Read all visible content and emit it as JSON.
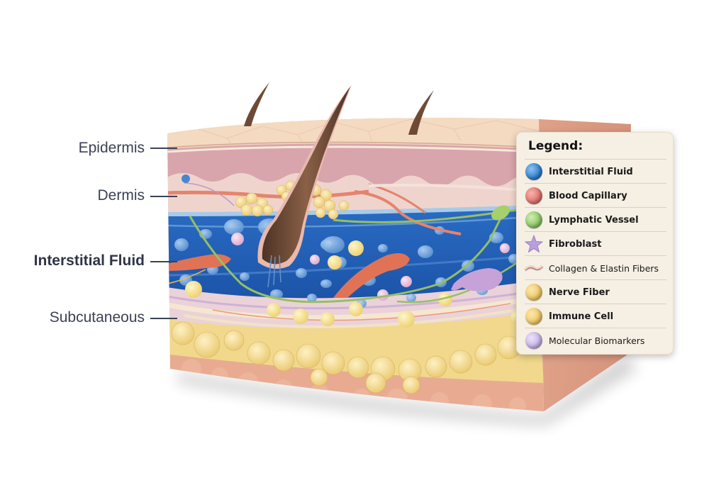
{
  "figure": {
    "title": "Skin cross-section showing interstitial fluid layer",
    "layer_labels": [
      {
        "text": "Epidermis",
        "emphasis": false
      },
      {
        "text": "Dermis",
        "emphasis": false
      },
      {
        "text": "Interstitial Fluid",
        "emphasis": true
      },
      {
        "text": "Subcutaneous",
        "emphasis": false
      }
    ]
  },
  "legend": {
    "title": "Legend:",
    "items": [
      {
        "label": "Interstitial Fluid",
        "icon": "blue-sphere-icon",
        "color": "#2f7fd0",
        "weight": "bold"
      },
      {
        "label": "Blood Capillary",
        "icon": "red-sphere-icon",
        "color": "#e0736c",
        "weight": "bold"
      },
      {
        "label": "Lymphatic Vessel",
        "icon": "green-sphere-icon",
        "color": "#8cc767",
        "weight": "bold"
      },
      {
        "label": "Fibroblast",
        "icon": "purple-star-icon",
        "color": "#b39ad6",
        "weight": "bold"
      },
      {
        "label": "Collagen & Elastin Fibers",
        "icon": "fiber-strand-icon",
        "color": "#e08a6a",
        "weight": "normal"
      },
      {
        "label": "Nerve Fiber",
        "icon": "yellow-sphere-icon",
        "color": "#efc868",
        "weight": "bold"
      },
      {
        "label": "Immune Cell",
        "icon": "yellow-sphere-icon",
        "color": "#efc868",
        "weight": "bold"
      },
      {
        "label": "Molecular Biomarkers",
        "icon": "lavender-sphere-icon",
        "color": "#c6b2e6",
        "weight": "normal"
      }
    ]
  },
  "colors": {
    "epidermis_surface": "#f3d9bf",
    "epidermis_layer": "#d9a3ab",
    "dermis": "#efd2cc",
    "interstitial_fluid": "#1f5fb8",
    "subcutaneous_fat": "#f3dc8e",
    "base_tissue": "#e7a98f",
    "hair": "#6e4a35",
    "label_text": "#3a4256"
  }
}
